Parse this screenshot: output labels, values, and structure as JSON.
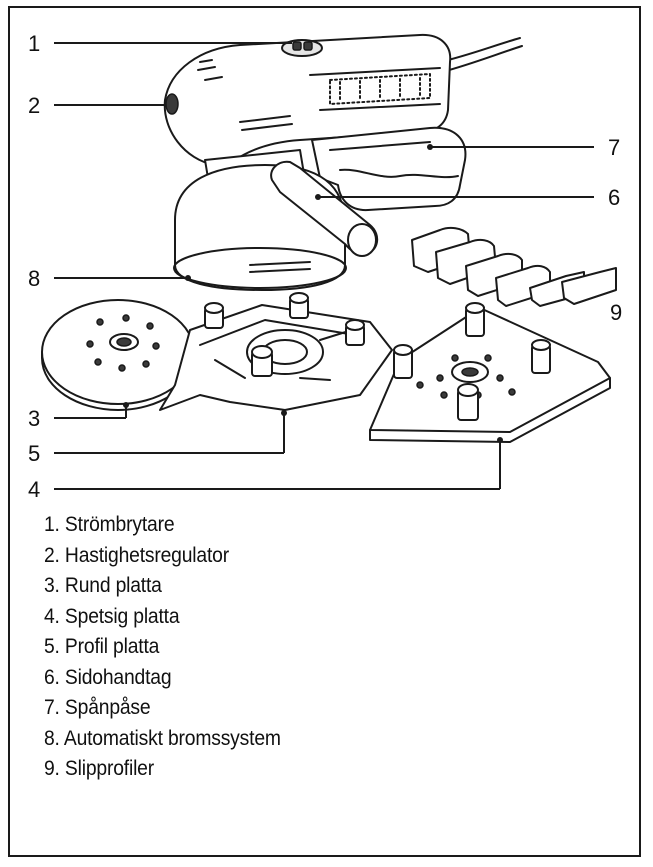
{
  "callouts": [
    "1",
    "2",
    "3",
    "4",
    "5",
    "6",
    "7",
    "8",
    "9"
  ],
  "legend": [
    "1. Strömbrytare",
    "2. Hastighetsregulator",
    "3. Rund platta",
    "4. Spetsig platta",
    "5. Profil platta",
    "6. Sidohandtag",
    "7. Spånpåse",
    "8. Automatiskt bromssystem",
    "9. Slipprofiler"
  ]
}
